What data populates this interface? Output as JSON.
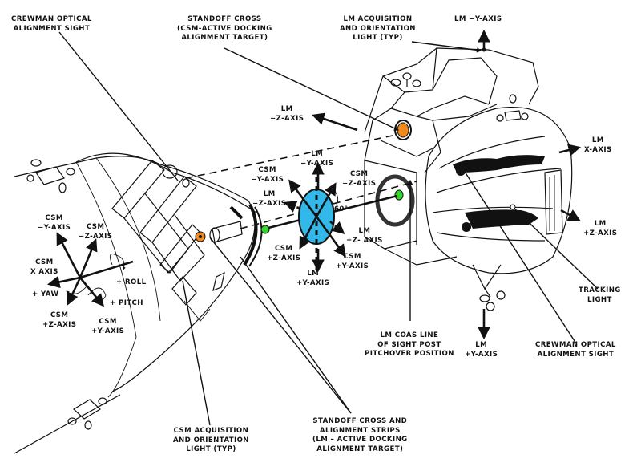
{
  "figure": {
    "title": "CSM/LM docking alignment aids and axes",
    "colors": {
      "line": "#111111",
      "target_disk": "#33b8ea",
      "lm_standoff_cross_light": "#f08a1c",
      "csm_light": "#f08a1c",
      "coas_green": "#33d62a",
      "background": "#ffffff"
    }
  },
  "labels": {
    "crewman_sight_csm": [
      "CREWMAN OPTICAL",
      "ALIGNMENT SIGHT"
    ],
    "standoff_cross_csm_active": [
      "STANDOFF  CROSS",
      "(CSM-ACTIVE  DOCKING",
      "ALIGNMENT  TARGET)"
    ],
    "lm_acq_light": [
      "LM  ACQUISITION",
      "AND ORIENTATION",
      "LIGHT (TYP)"
    ],
    "lm_minus_y_top": [
      "LM  −Y-AXIS"
    ],
    "lm_minus_z_upper": [
      "LM",
      "−Z-AXIS"
    ],
    "target_lm_minus_y": [
      "LM",
      "−Y-AXIS"
    ],
    "target_csm_minus_y": [
      "CSM",
      "−Y-AXIS"
    ],
    "target_csm_minus_z": [
      "CSM",
      "−Z-AXIS"
    ],
    "target_lm_minus_z": [
      "LM",
      "−Z-AXIS"
    ],
    "target_angle": "60°",
    "target_lm_plus_z": [
      "LM",
      "+Z- AXIS"
    ],
    "target_csm_plus_z": [
      "CSM",
      "+Z-AXIS"
    ],
    "target_csm_plus_y": [
      "CSM",
      "+Y-AXIS"
    ],
    "target_lm_plus_y": [
      "LM",
      "+Y-AXIS"
    ],
    "csm_minus_y": [
      "CSM",
      "−Y-AXIS"
    ],
    "csm_minus_z": [
      "CSM",
      "−Z-AXIS"
    ],
    "csm_x": [
      "CSM",
      "X  AXIS"
    ],
    "roll": "+ ROLL",
    "yaw": "+ YAW",
    "pitch": "+ PITCH",
    "csm_plus_z": [
      "CSM",
      "+Z-AXIS"
    ],
    "csm_plus_y": [
      "CSM",
      "+Y-AXIS"
    ],
    "lm_x": [
      "LM",
      "X-AXIS"
    ],
    "lm_plus_z_right": [
      "LM",
      "+Z-AXIS"
    ],
    "tracking_light": [
      "TRACKING",
      "LIGHT"
    ],
    "lm_plus_y_bottom": [
      "LM",
      "+Y-AXIS"
    ],
    "crewman_sight_lm": [
      "CREWMAN  OPTICAL",
      "ALIGNMENT  SIGHT"
    ],
    "lm_coas": [
      "LM  COAS  LINE",
      "OF  SIGHT  POST",
      "PITCHOVER  POSITION"
    ],
    "csm_acq_light": [
      "CSM  ACQUISITION",
      "AND  ORIENTATION",
      "LIGHT  (TYP)"
    ],
    "standoff_cross_lm_active": [
      "STANDOFF  CROSS  AND",
      "ALIGNMENT  STRIPS",
      "(LM – ACTIVE  DOCKING",
      "ALIGNMENT  TARGET)"
    ]
  }
}
